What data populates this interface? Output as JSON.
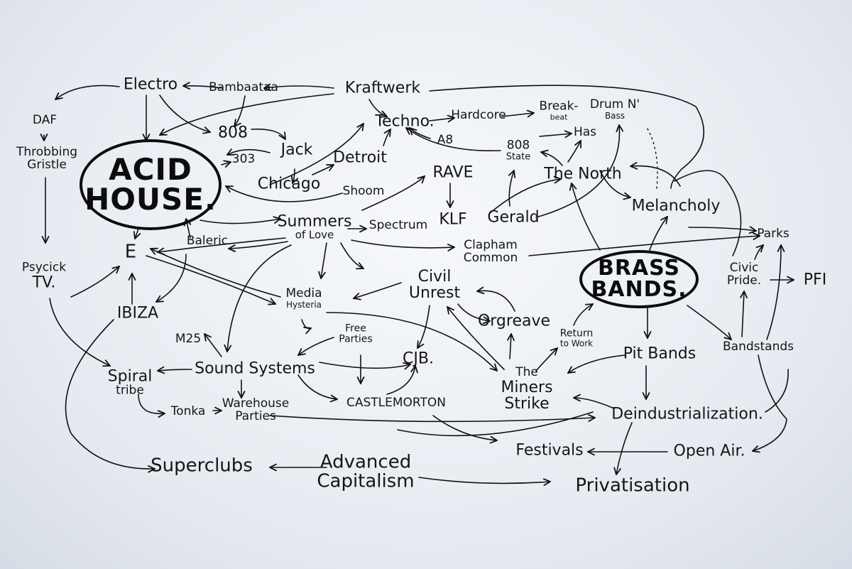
{
  "hubs": {
    "acid_house": [
      "ACID",
      "HOUSE."
    ],
    "brass_bands": [
      "BRASS",
      "BANDS."
    ]
  },
  "nodes": {
    "electro": "Electro",
    "bambaataa": "Bambaataa",
    "kraftwerk": "Kraftwerk",
    "daf": "DAF",
    "throbbing_gristle": [
      "Throbbing",
      "Gristle"
    ],
    "n808": "808",
    "techno": "Techno.",
    "hardcore": "Hardcore",
    "breakbeat": [
      "Break-",
      "beat"
    ],
    "drum_n_bass": [
      "Drum N'",
      "Bass"
    ],
    "a8": "A8",
    "n808_state": [
      "808",
      "State"
    ],
    "has": "Has",
    "n303": "303",
    "jack": "Jack",
    "detroit": "Detroit",
    "chicago": "Chicago",
    "rave": "RAVE",
    "the_north": "The North",
    "shoom": "Shoom",
    "summers_of_love": [
      "Summers",
      "of Love"
    ],
    "spectrum": "Spectrum",
    "klf": "KLF",
    "gerald": "Gerald",
    "melancholy": "Melancholy",
    "balearic": "Baleric",
    "e": "E",
    "parks": "Parks",
    "psychic_tv": [
      "Psycick",
      "TV."
    ],
    "clapham_common": [
      "Clapham",
      "Common"
    ],
    "civic_pride": [
      "Civic",
      "Pride."
    ],
    "pfi": "PFI",
    "ibiza": "IBIZA",
    "media_hysteria": [
      "Media",
      "Hysteria"
    ],
    "civil_unrest": [
      "Civil",
      "Unrest"
    ],
    "orgreave": "Orgreave",
    "return_to_work": [
      "Return",
      "to Work"
    ],
    "m25": "M25",
    "free_parties": [
      "Free",
      "Parties"
    ],
    "cjb": "CJB.",
    "pit_bands": "Pit Bands",
    "bandstands": "Bandstands",
    "sound_systems": "Sound Systems",
    "spiral_tribe": [
      "Spiral",
      "tribe"
    ],
    "the_miners_strike": [
      "The",
      "Miners",
      "Strike"
    ],
    "tonka": "Tonka",
    "warehouse_parties": [
      "Warehouse",
      "Parties"
    ],
    "castlemorton": "CASTLEMORTON",
    "deindustrialization": "Deindustrialization.",
    "festivals": "Festivals",
    "open_air": "Open Air.",
    "superclubs": "Superclubs",
    "advanced_capitalism": [
      "Advanced",
      "Capitalism"
    ],
    "privatisation": "Privatisation"
  },
  "colors": {
    "ink": "#111111",
    "paper": "#eef1f5"
  }
}
